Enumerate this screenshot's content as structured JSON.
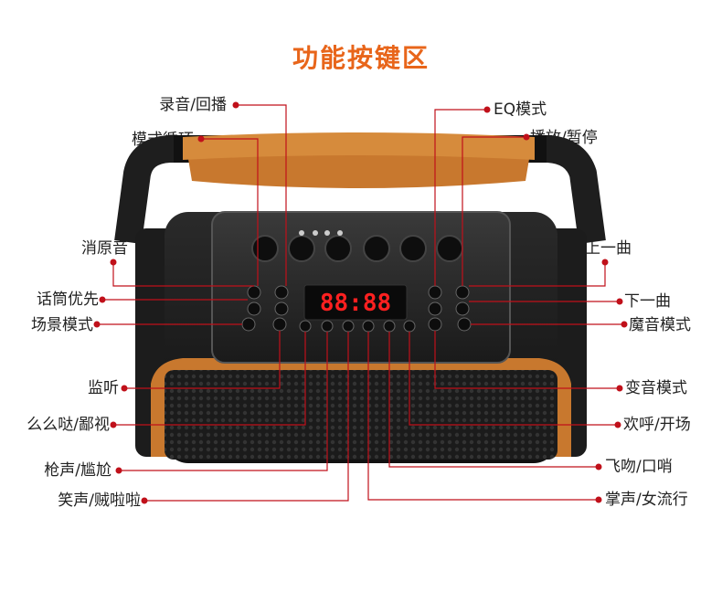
{
  "title": "功能按键区",
  "colors": {
    "title": "#e8651a",
    "line": "#c0101a",
    "accent": "#c8782e",
    "display": "#ff2020"
  },
  "display_text": "88:88",
  "labels": {
    "record": "录音/回播",
    "mode_loop": "模式循环",
    "vocal_cut": "消原音",
    "mic_priority": "话筒优先",
    "scene_mode": "场景模式",
    "monitor": "监听",
    "memeda": "么么哒/鄙视",
    "gun": "枪声/尴尬",
    "laugh": "笑声/贼啦啦",
    "eq_mode": "EQ模式",
    "play_pause": "播放/暂停",
    "prev": "上一曲",
    "next": "下一曲",
    "magic_voice": "魔音模式",
    "voice_change": "变音模式",
    "cheer": "欢呼/开场",
    "kiss": "飞吻/口哨",
    "applause": "掌声/女流行"
  }
}
